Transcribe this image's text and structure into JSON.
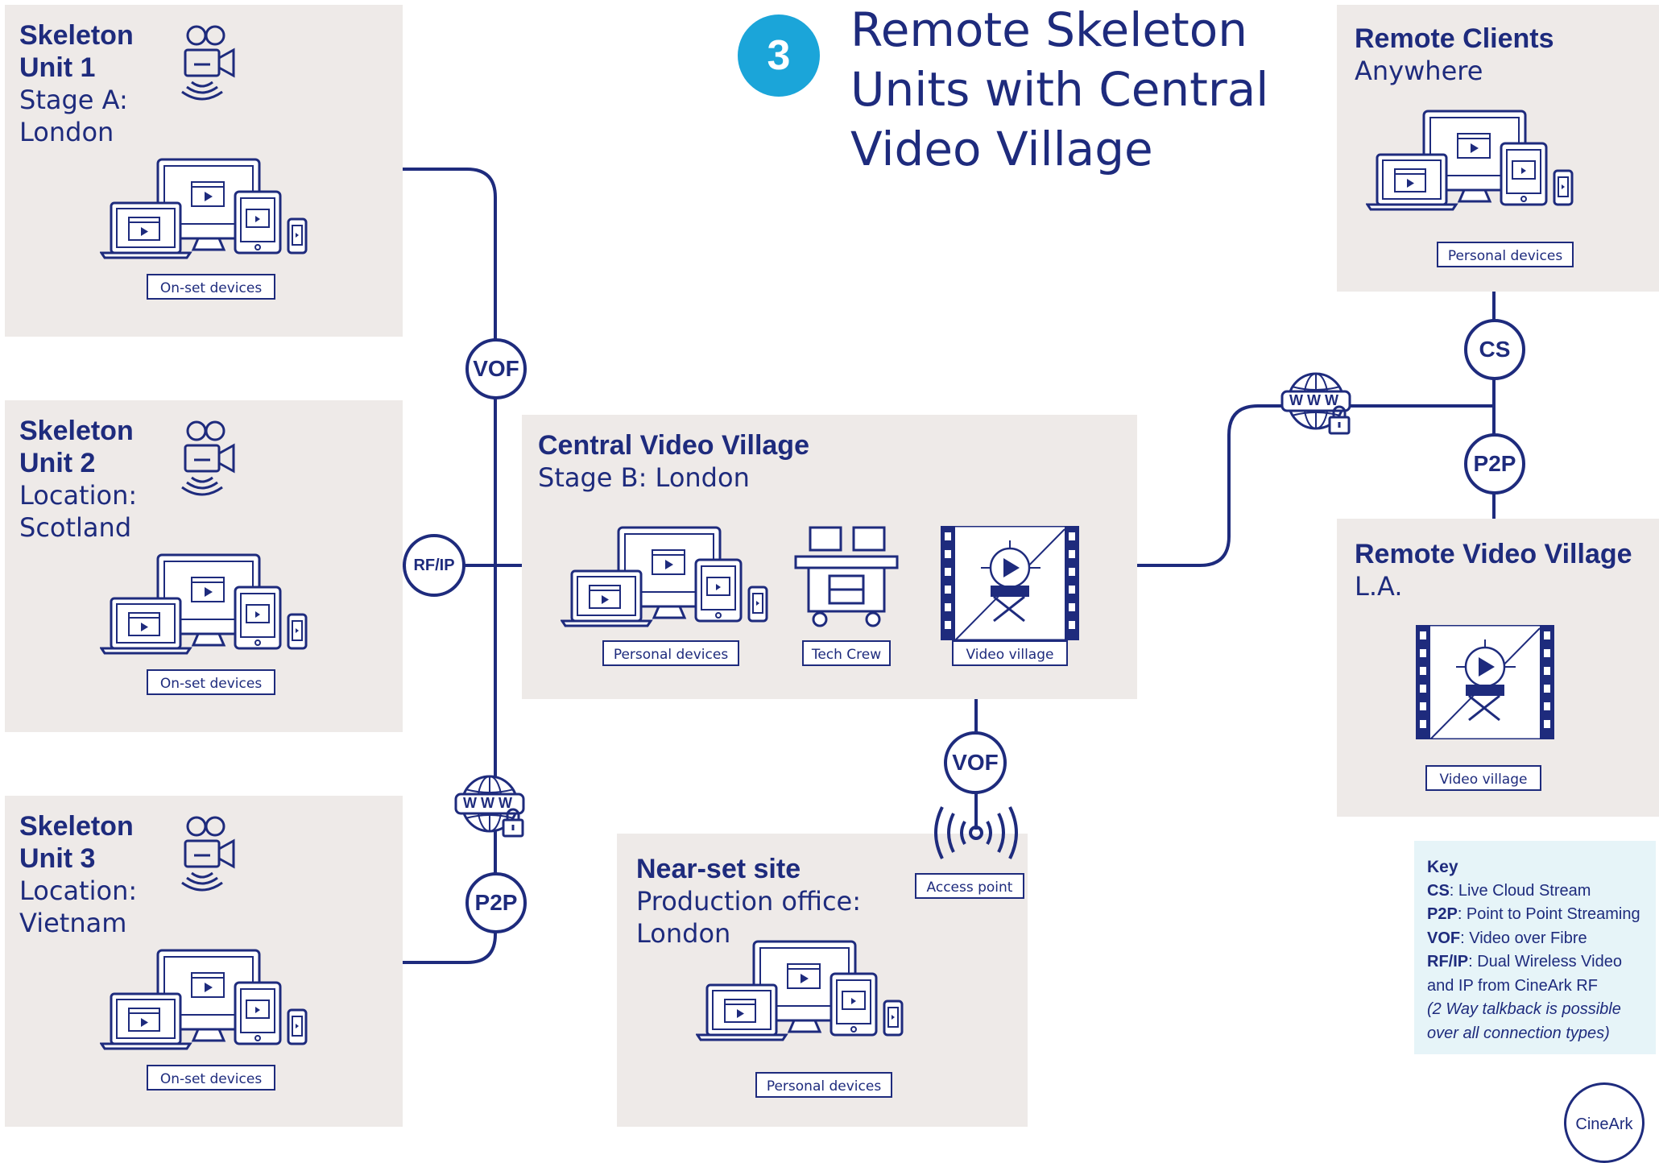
{
  "title": {
    "number": "3",
    "text": "Remote Skeleton Units with Central Video Village"
  },
  "units": [
    {
      "title1": "Skeleton",
      "title2": "Unit 1",
      "sub": "Stage A:\nLondon",
      "devices_label": "On-set devices"
    },
    {
      "title1": "Skeleton",
      "title2": "Unit 2",
      "sub": "Location:\nScotland",
      "devices_label": "On-set devices"
    },
    {
      "title1": "Skeleton",
      "title2": "Unit 3",
      "sub": "Location:\nVietnam",
      "devices_label": "On-set devices"
    }
  ],
  "central": {
    "title": "Central Video Village",
    "sub": "Stage B: London",
    "labels": {
      "personal": "Personal devices",
      "crew": "Tech Crew",
      "village": "Video village"
    }
  },
  "nearset": {
    "title": "Near-set site",
    "sub": "Production office:\nLondon",
    "devices_label": "Personal devices",
    "ap_label": "Access point"
  },
  "remote_clients": {
    "title": "Remote Clients",
    "sub": "Anywhere",
    "devices_label": "Personal devices"
  },
  "remote_village": {
    "title": "Remote Video Village",
    "sub": "L.A.",
    "label": "Video village"
  },
  "nodes": {
    "vof": "VOF",
    "rfip": "RF/IP",
    "p2p": "P2P",
    "cs": "CS",
    "www": "WWW"
  },
  "key": {
    "title": "Key",
    "cs_abbr": "CS",
    "cs_text": ": Live Cloud Stream",
    "p2p_abbr": "P2P",
    "p2p_text": ": Point to Point Streaming",
    "vof_abbr": "VOF",
    "vof_text": ": Video over Fibre",
    "rfip_abbr": "RF/IP",
    "rfip_text": ": Dual Wireless Video",
    "rfip_text2": "and IP from CineArk RF",
    "note1": "(2 Way talkback is possible",
    "note2": "over all connection types)"
  },
  "logo": "CineArk",
  "colors": {
    "navy": "#1e2b7d",
    "panel": "#eeeae8",
    "accent": "#1ba5d9",
    "key_bg": "#e6f4f8"
  }
}
